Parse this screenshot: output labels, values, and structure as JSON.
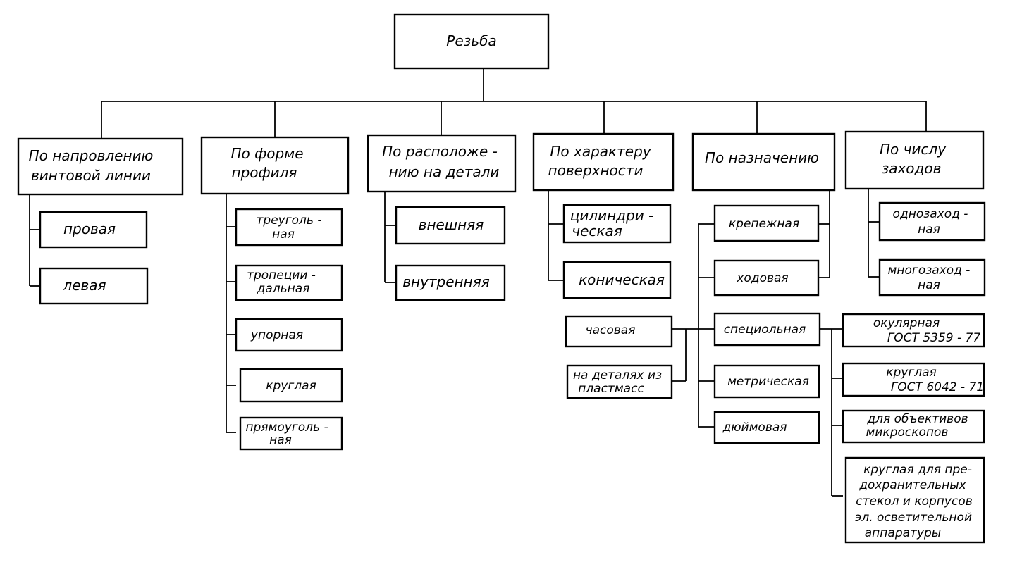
{
  "root": {
    "label": "Резьба"
  },
  "categories": [
    {
      "lines": [
        "По напровлению",
        "винтовой линии"
      ],
      "items": [
        {
          "lines": [
            "провая"
          ]
        },
        {
          "lines": [
            "левая"
          ]
        }
      ]
    },
    {
      "lines": [
        "По форме",
        "профиля"
      ],
      "items": [
        {
          "lines": [
            "треуголь -",
            "ная"
          ]
        },
        {
          "lines": [
            "тропеции -",
            "дальная"
          ]
        },
        {
          "lines": [
            "упорная"
          ]
        },
        {
          "lines": [
            "круглая"
          ]
        },
        {
          "lines": [
            "прямоуголь -",
            "ная"
          ]
        }
      ]
    },
    {
      "lines": [
        "По расположе -",
        "нию на детали"
      ],
      "items": [
        {
          "lines": [
            "внешняя"
          ]
        },
        {
          "lines": [
            "внутренняя"
          ]
        }
      ]
    },
    {
      "lines": [
        "По характеру",
        "поверхности"
      ],
      "items": [
        {
          "lines": [
            "цилиндри -",
            "ческая"
          ]
        },
        {
          "lines": [
            "коническая"
          ]
        }
      ]
    },
    {
      "lines": [
        "По назначению"
      ],
      "items": [
        {
          "lines": [
            "крепежная"
          ]
        },
        {
          "lines": [
            "ходовая"
          ]
        },
        {
          "lines": [
            "специольная"
          ]
        },
        {
          "lines": [
            "метрическая"
          ]
        },
        {
          "lines": [
            "дюймовая"
          ]
        }
      ],
      "special_left": [
        {
          "lines": [
            "часовая"
          ]
        },
        {
          "lines": [
            "на деталях из",
            "пластмасс"
          ]
        }
      ],
      "special_right": [
        {
          "lines": [
            "окулярная",
            "ГОСТ 5359 - 77"
          ]
        },
        {
          "lines": [
            "круглая",
            "ГОСТ 6042 - 71"
          ]
        },
        {
          "lines": [
            "для объективов",
            "микроскопов"
          ]
        },
        {
          "lines": [
            "круглая для пре-",
            "дохранительных",
            "стекол и корпусов",
            "эл. осветительной",
            "аппаратуры"
          ]
        }
      ]
    },
    {
      "lines": [
        "По числу",
        "заходов"
      ],
      "items": [
        {
          "lines": [
            "однозаход -",
            "ная"
          ]
        },
        {
          "lines": [
            "многозаход -",
            "ная"
          ]
        }
      ]
    }
  ]
}
